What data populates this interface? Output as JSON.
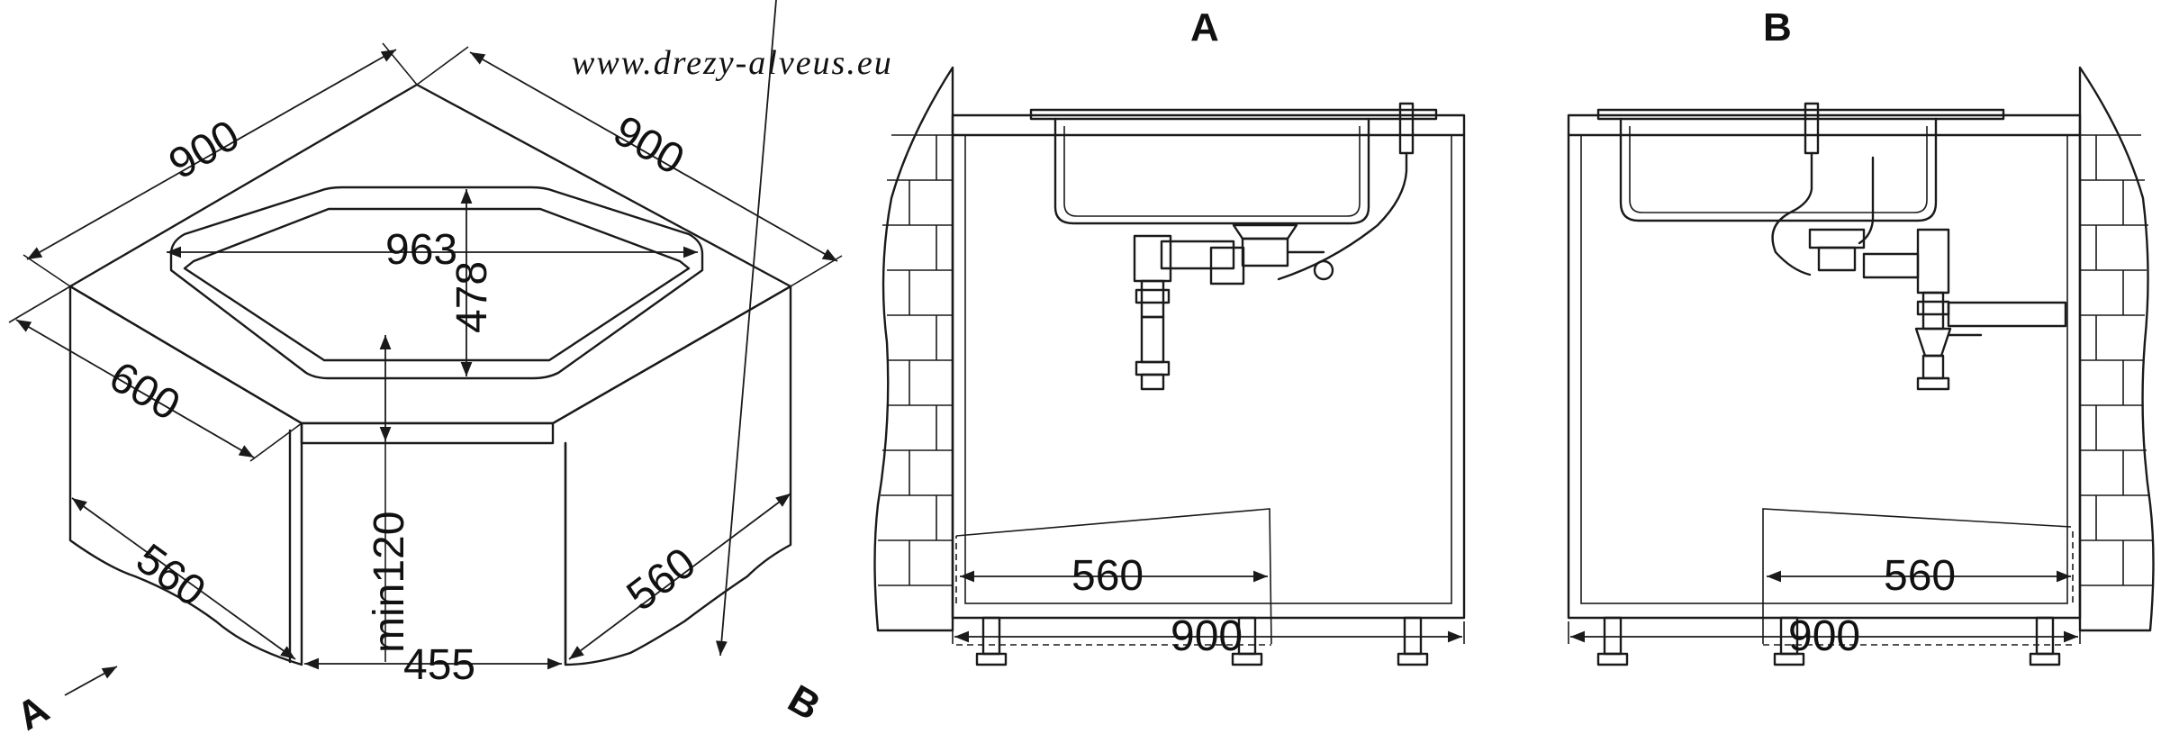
{
  "watermark": "www.drezy-alveus.eu",
  "iso_view": {
    "top_left_width": "900",
    "top_right_width": "900",
    "bowl_length": "963",
    "bowl_depth": "478",
    "side_depth": "600",
    "cabinet_left": "560",
    "cabinet_right": "560",
    "front_width": "455",
    "min_height": "min120",
    "arrow_a": "A",
    "arrow_b": "B"
  },
  "view_a": {
    "label": "A",
    "inner_width": "560",
    "total_width": "900"
  },
  "view_b": {
    "label": "B",
    "inner_width": "560",
    "total_width": "900"
  }
}
